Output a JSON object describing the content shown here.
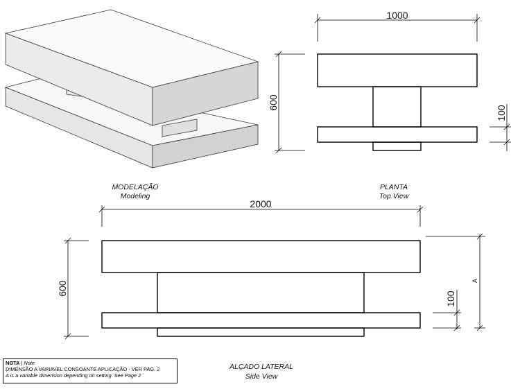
{
  "dimensions": {
    "top_width": "1000",
    "top_depth": "600",
    "top_base": "100",
    "side_width": "2000",
    "side_height": "600",
    "side_base": "100",
    "side_variable": "A"
  },
  "captions": {
    "modeling_pt": "MODELAÇÃO",
    "modeling_en": "Modeling",
    "top_pt": "PLANTA",
    "top_en": "Top View",
    "side_pt": "ALÇADO LATERAL",
    "side_en": "Side View"
  },
  "note": {
    "title": "NOTA",
    "title_en": "Note",
    "line_pt": "DIMENSÃO A VARIAVEL CONSOANTE APLICAÇÃO - VER PAG. 2",
    "line_en": "A is a variable dimension depending on setting. See Page 2"
  }
}
